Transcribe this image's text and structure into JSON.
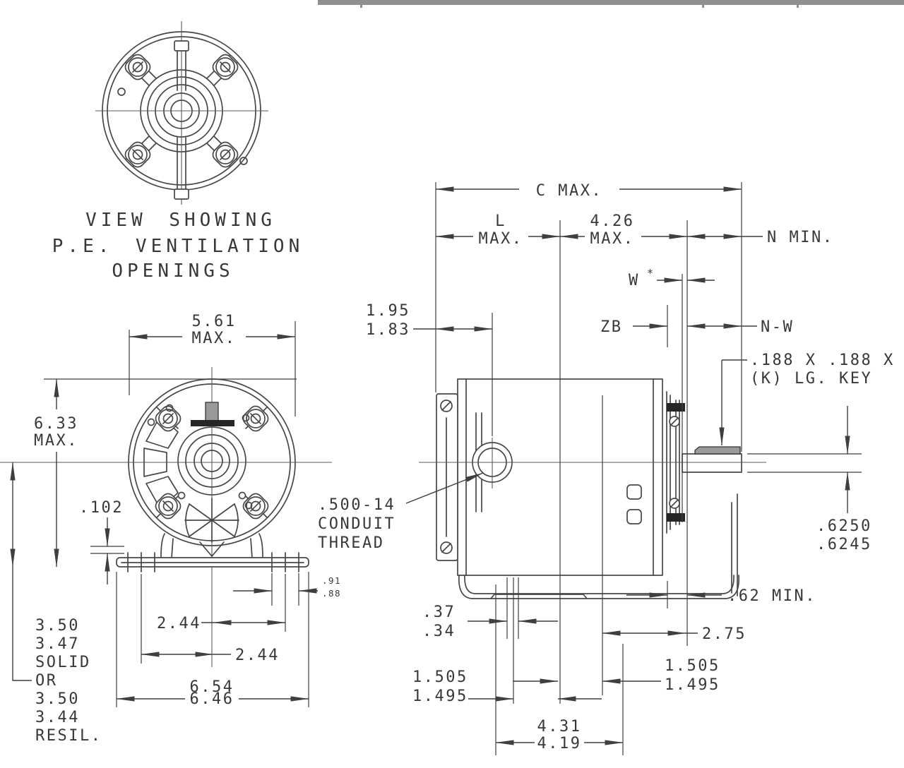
{
  "chrome": {
    "top_bar_color": "#8f8f8f"
  },
  "pe_view": {
    "caption": [
      "VIEW SHOWING",
      "P.E. VENTILATION",
      "OPENINGS"
    ]
  },
  "front": {
    "w1": "5.61",
    "w2": "MAX.",
    "h1": "6.33",
    "h2": "MAX.",
    "pad": ".102",
    "b1": "2.44",
    "b2": "2.44",
    "bw1": "6.54",
    "bw2": "6.46",
    "s1": ".91",
    "s2": ".88",
    "sh": [
      "3.50",
      "3.47",
      "SOLID",
      "OR",
      "3.50",
      "3.44",
      "RESIL."
    ]
  },
  "side": {
    "c": "C MAX.",
    "l1": "L",
    "l2": "MAX.",
    "m1": "4.26",
    "m2": "MAX.",
    "n": "N MIN.",
    "w": "W",
    "ws": "*",
    "zb": "ZB",
    "nw": "N-W",
    "key1": ".188 X .188 X",
    "key2": "(K) LG. KEY",
    "boss1": "1.95",
    "boss2": "1.83",
    "cond1": ".500-14",
    "cond2": "CONDUIT",
    "cond3": "THREAD",
    "sd1": ".6250",
    "sd2": ".6245",
    "smin": ".62 MIN.",
    "hub": "2.75",
    "sr1": "1.505",
    "sr2": "1.495",
    "sl1": "1.505",
    "sl2": "1.495",
    "sw1": ".37",
    "sw2": ".34",
    "span1": "4.31",
    "span2": "4.19"
  }
}
